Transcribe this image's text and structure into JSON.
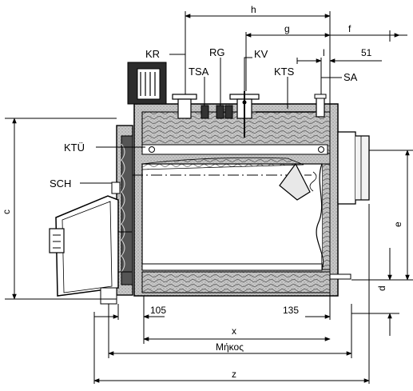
{
  "labels": {
    "kr": "KR",
    "tsa": "TSA",
    "rg": "RG",
    "kv": "KV",
    "kts": "KTS",
    "sa": "SA",
    "ktu": "KTÜ",
    "sch": "SCH"
  },
  "dimensions": {
    "h": "h",
    "g": "g",
    "f": "f",
    "l": "l",
    "v51": "51",
    "c": "c",
    "e": "e",
    "d": "d",
    "v105": "105",
    "v135": "135",
    "x": "x",
    "length": "Μήκος",
    "z": "z"
  }
}
